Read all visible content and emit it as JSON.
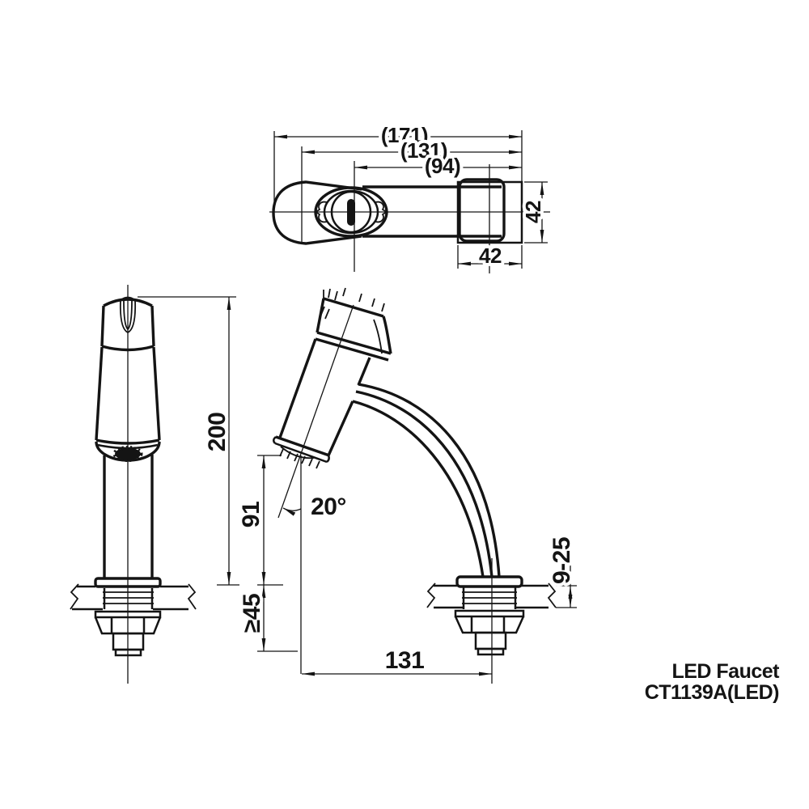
{
  "product": {
    "name": "LED Faucet",
    "model": "CT1139A(LED)"
  },
  "colors": {
    "ink": "#141414",
    "paper": "#ffffff"
  },
  "views": {
    "top": {
      "overall_length": "(171)",
      "spout_center_length": "(131)",
      "aerator_length": "(94)",
      "base_depth": "42",
      "base_width": "42"
    },
    "front": {
      "total_height": "200"
    },
    "side": {
      "outlet_height": "91",
      "head_angle": "20°",
      "min_clearance": "≥45",
      "deck_thickness": "9-25",
      "spout_reach": "131"
    }
  }
}
